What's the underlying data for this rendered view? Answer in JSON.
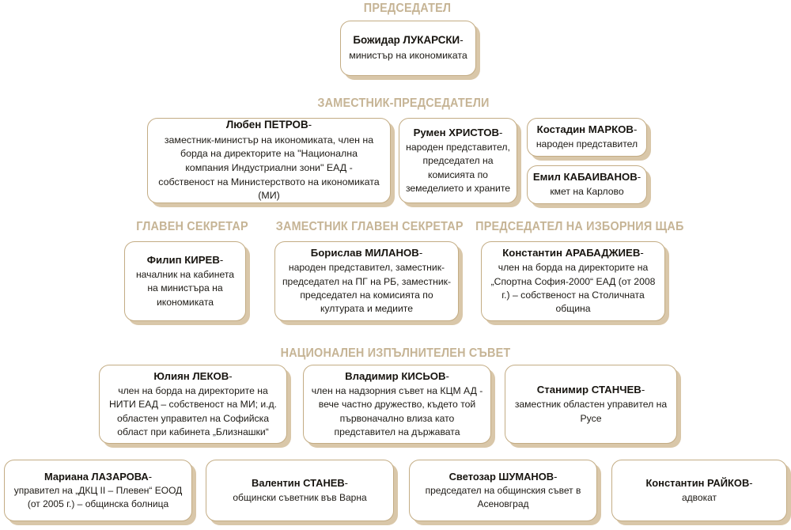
{
  "sections": [
    {
      "id": "chairman",
      "label": "ПРЕДСЕДАТЕЛ"
    },
    {
      "id": "deputy-chairmen",
      "label": "ЗАМЕСТНИК-ПРЕДСЕДАТЕЛИ"
    },
    {
      "id": "secretary-general",
      "label": "ГЛАВЕН СЕКРЕТАР"
    },
    {
      "id": "deputy-secretary-general",
      "label": "ЗАМЕСТНИК ГЛАВЕН СЕКРЕТАР"
    },
    {
      "id": "election-hq-chair",
      "label": "ПРЕДСЕДАТЕЛ НА ИЗБОРНИЯ ЩАБ"
    },
    {
      "id": "national-executive-council",
      "label": "НАЦИОНАЛЕН ИЗПЪЛНИТЕЛЕН СЪВЕТ"
    }
  ],
  "nodes": {
    "lukarski": {
      "name": "Божидар ЛУКАРСКИ",
      "role": "министър на икономиката"
    },
    "petrov": {
      "name": "Любен ПЕТРОВ",
      "role": "заместник-министър на икономиката, член на борда на директорите на \"Национална компания Индустриални зони\" ЕАД - собственост на Министерството на икономиката (МИ)"
    },
    "hristov": {
      "name": "Румен ХРИСТОВ",
      "role": "народен представител, председател на комисията по земеделието и храните"
    },
    "markov": {
      "name": "Костадин МАРКОВ",
      "role": "народен представител"
    },
    "kabaivanov": {
      "name": "Емил КАБАИВАНОВ",
      "role": "кмет на Карлово"
    },
    "kirev": {
      "name": "Филип КИРЕВ",
      "role": "началник на кабинета на министъра на икономиката"
    },
    "milanov": {
      "name": "Борислав МИЛАНОВ",
      "role": "народен представител, заместник-председател на ПГ на РБ, заместник-председател на комисията по културата и медиите"
    },
    "arabadzhiev": {
      "name": "Константин АРАБАДЖИЕВ",
      "role": "член на борда на директорите на „Спортна София-2000“ ЕАД (от 2008 г.) – собственост на Столичната община"
    },
    "lekov": {
      "name": "Юлиян ЛЕКОВ",
      "role": "член на борда на директорите на НИТИ ЕАД – собственост на МИ; и.д. областен управител на Софийска област при кабинета „Близнашки“"
    },
    "kisyov": {
      "name": "Владимир КИСЬОВ",
      "role": "член на надзорния съвет на КЦМ АД - вече частно дружество, където той първоначално влиза като представител на държавата"
    },
    "stanchev": {
      "name": "Станимир СТАНЧЕВ",
      "role": "заместник областен управител на Русе"
    },
    "lazarova": {
      "name": "Мариана ЛАЗАРОВА",
      "role": "управител на „ДКЦ II – Плевен“ ЕООД (от 2005 г.) – общинска болница"
    },
    "stanev": {
      "name": "Валентин СТАНЕВ",
      "role": "общински съветник във Варна"
    },
    "shumanov": {
      "name": "Светозар ШУМАНОВ",
      "role": "председател на общинския съвет в Асеновград"
    },
    "raykov": {
      "name": "Константин РАЙКОВ",
      "role": "адвокат"
    }
  },
  "colors": {
    "section_title": "#c6b495",
    "node_border": "#c3ac84",
    "node_shadow": "#d9c7a9",
    "node_fill": "#ffffff",
    "text": "#17140f"
  },
  "name_suffix": "-"
}
